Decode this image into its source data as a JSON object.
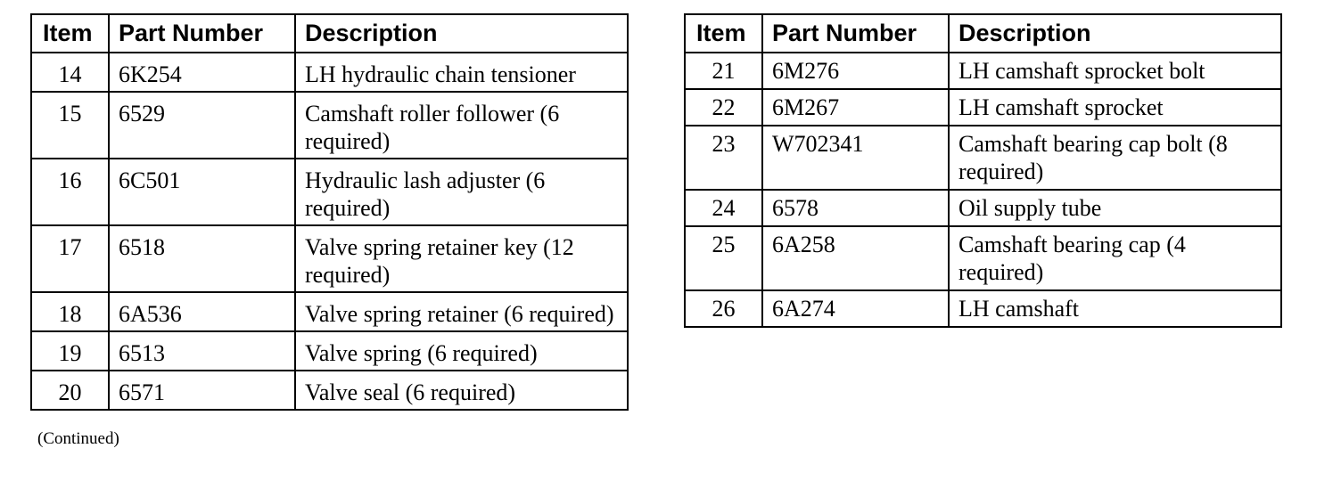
{
  "headers": {
    "item": "Item",
    "part_number": "Part Number",
    "description": "Description"
  },
  "left_table": {
    "rows": [
      {
        "item": "14",
        "part": "6K254",
        "desc": "LH hydraulic chain tensioner"
      },
      {
        "item": "15",
        "part": "6529",
        "desc": "Camshaft roller follower (6 required)"
      },
      {
        "item": "16",
        "part": "6C501",
        "desc": "Hydraulic lash adjuster (6 required)"
      },
      {
        "item": "17",
        "part": "6518",
        "desc": "Valve spring retainer key (12 required)"
      },
      {
        "item": "18",
        "part": "6A536",
        "desc": "Valve spring retainer (6 required)"
      },
      {
        "item": "19",
        "part": "6513",
        "desc": "Valve spring (6 required)"
      },
      {
        "item": "20",
        "part": "6571",
        "desc": "Valve seal (6 required)"
      }
    ]
  },
  "right_table": {
    "rows": [
      {
        "item": "21",
        "part": "6M276",
        "desc": "LH camshaft sprocket bolt"
      },
      {
        "item": "22",
        "part": "6M267",
        "desc": "LH camshaft sprocket"
      },
      {
        "item": "23",
        "part": "W702341",
        "desc": "Camshaft bearing cap bolt (8 required)"
      },
      {
        "item": "24",
        "part": "6578",
        "desc": "Oil supply tube"
      },
      {
        "item": "25",
        "part": "6A258",
        "desc": "Camshaft bearing cap (4 required)"
      },
      {
        "item": "26",
        "part": "6A274",
        "desc": "LH camshaft"
      }
    ]
  },
  "footer": {
    "continued": "(Continued)"
  }
}
